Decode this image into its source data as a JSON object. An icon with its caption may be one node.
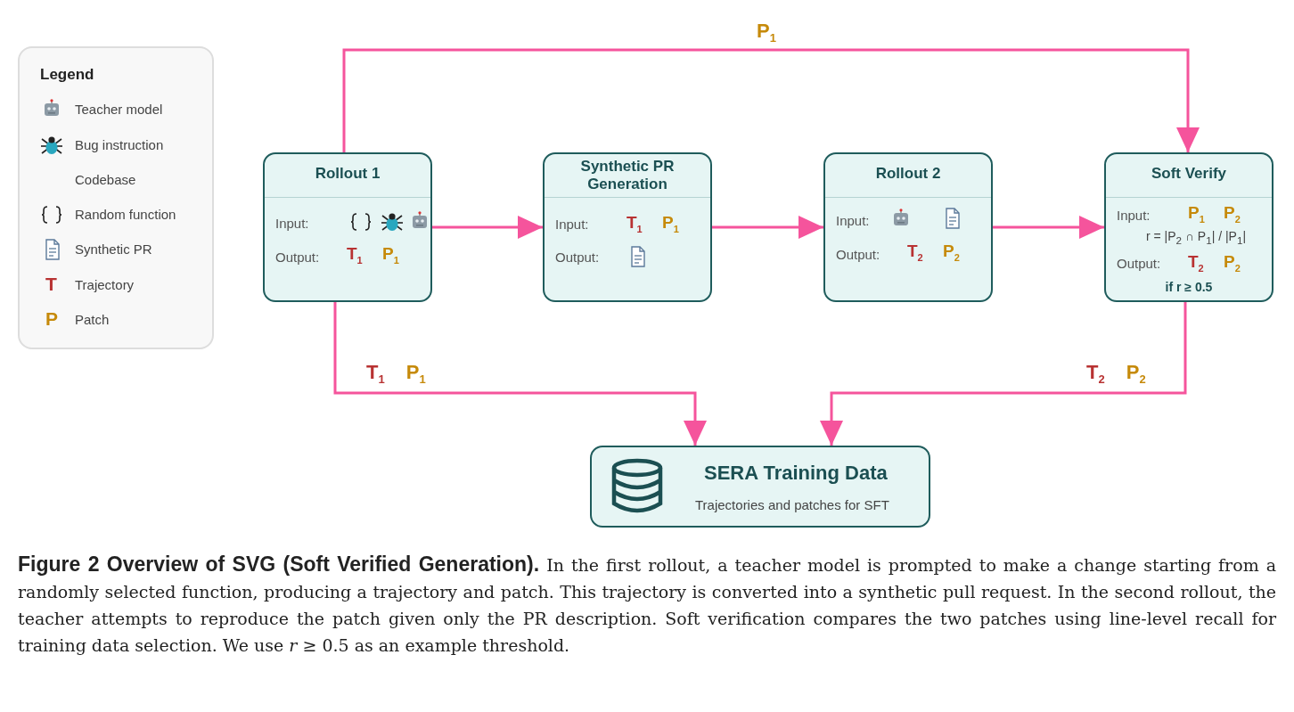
{
  "diagram": {
    "caption": "**Figure 2  Overview of SVG (Soft Verified Generation).** In the first rollout, a teacher model is prompted to make a change starting from a randomly selected function, producing a trajectory and patch. This trajectory is converted into a synthetic pull request. In the second rollout, the teacher attempts to reproduce the patch given only the PR description. Soft verification compares the two patches using line-level recall for training data selection. We use *r* ≥ 0.5 as an example threshold.",
    "nodes": [
      {
        "text": [
          "Rollout 1",
          "Input:",
          "Output:",
          "T$_{1}$",
          "P$_{1}$"
        ]
      },
      {
        "text": [
          "Synthetic PR Generation",
          "Input:",
          "T$_{1}$",
          "P$_{1}$",
          "Output:"
        ]
      },
      {
        "text": [
          "Rollout 2",
          "Input:",
          "Output:",
          "T$_{2}$",
          "P$_{2}$"
        ]
      },
      {
        "text": [
          "Soft Verify",
          "Input:",
          "P$_{1}$",
          "P$_{2}$",
          "r = |P$_{2}$ ∩ P$_{1}$| / |P$_{1}$|",
          "Output:",
          "T$_{2}$",
          "P$_{2}$",
          "if r ≥ 0.5"
        ]
      },
      {
        "text": [
          "SERA Training Data",
          "Trajectories and patches for SFT"
        ]
      }
    ],
    "edges": [
      {
        "from": 0,
        "to": 3,
        "arrow": "to",
        "label": "P$_{1}$"
      },
      {
        "from": 0,
        "to": 1,
        "arrow": "to"
      },
      {
        "from": 1,
        "to": 2,
        "arrow": "to"
      },
      {
        "from": 2,
        "to": 3,
        "arrow": "to"
      },
      {
        "from": 0,
        "to": 4,
        "arrow": "to",
        "label": "T$_{1}$ P$_{1}$"
      },
      {
        "from": 3,
        "to": 4,
        "arrow": "to",
        "label": "T$_{2}$ P$_{2}$"
      }
    ],
    "labels": [
      "Legend",
      "T",
      "P"
    ],
    "legend": [
      {
        "text": "Teacher model"
      },
      {
        "text": "Bug instruction"
      },
      {
        "text": "Codebase"
      },
      {
        "text": "Random function"
      },
      {
        "text": "Synthetic PR"
      },
      {
        "text": "Trajectory"
      },
      {
        "text": "Patch"
      }
    ]
  }
}
